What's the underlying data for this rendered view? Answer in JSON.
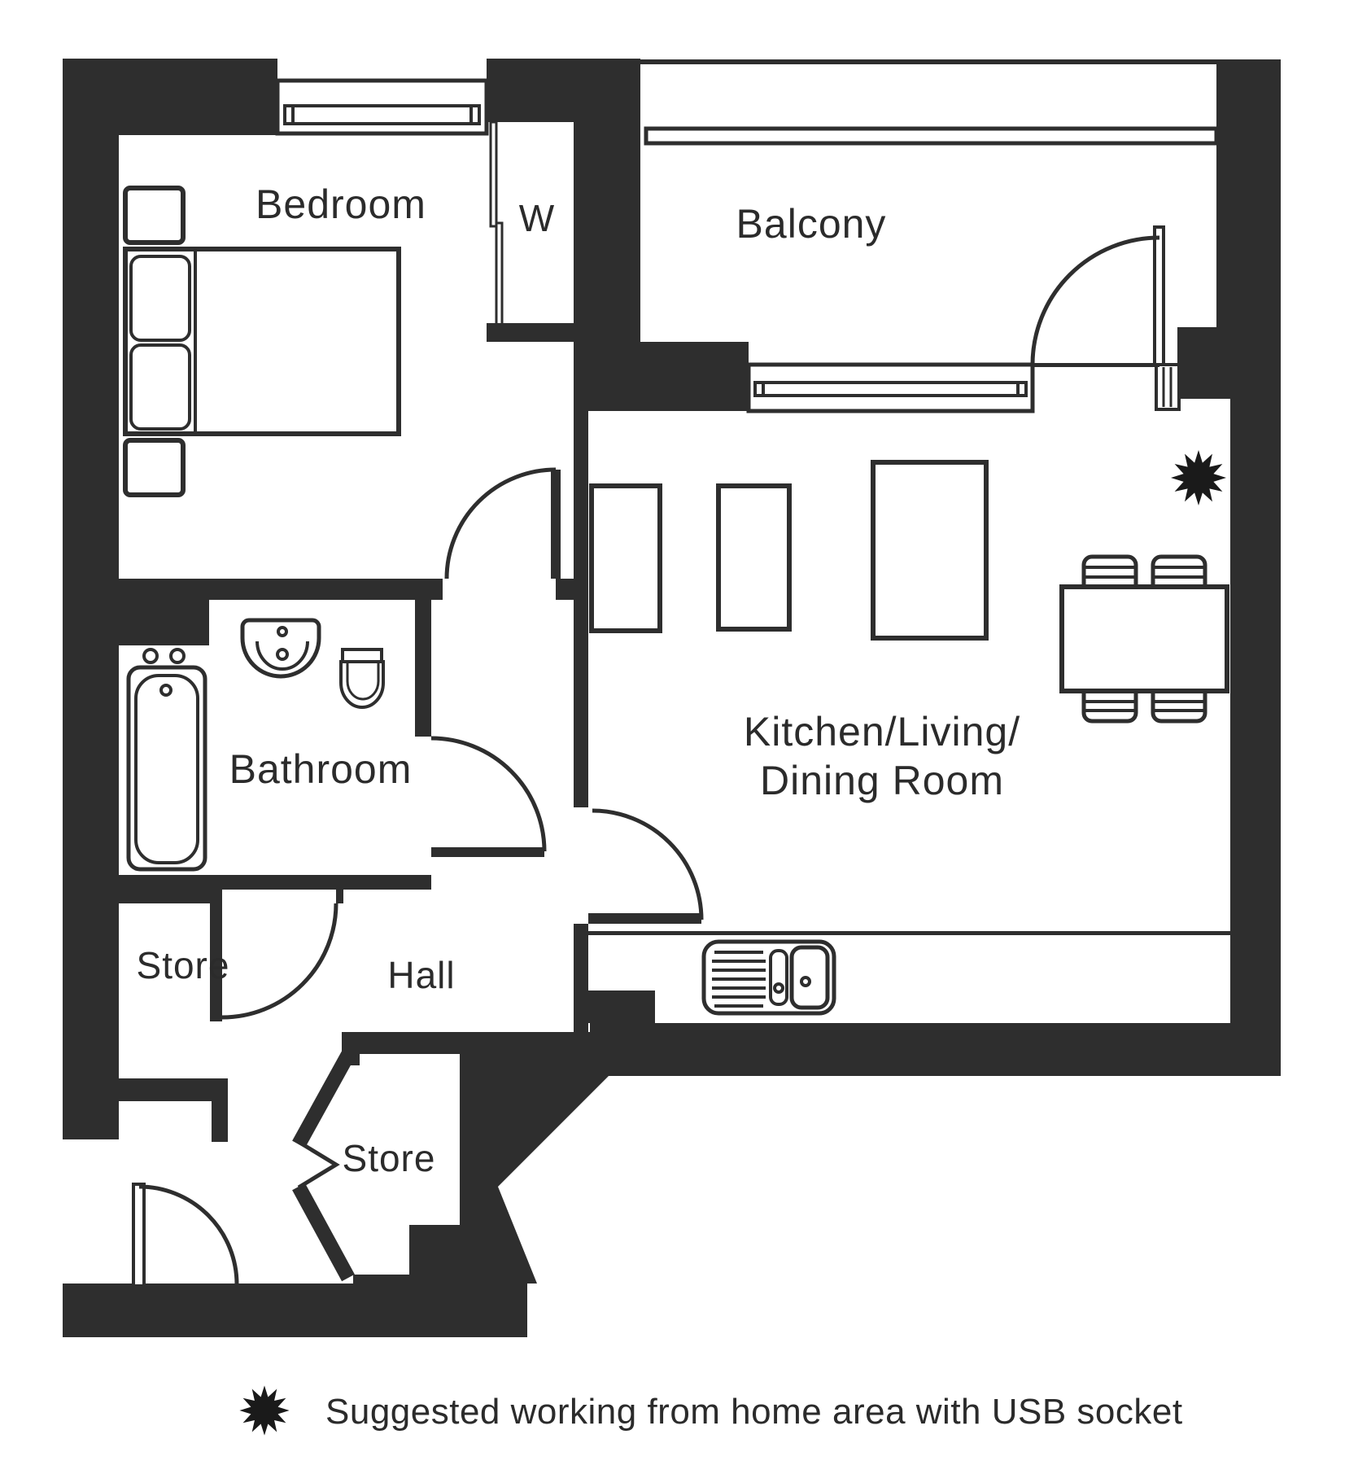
{
  "title": "One-bedroom apartment floor plan",
  "colors": {
    "wall": "#2e2e2e",
    "line": "#2e2e2e",
    "text": "#2b2b2b",
    "background": "#ffffff",
    "star": "#1a1a1a"
  },
  "rooms": {
    "bedroom": {
      "label": "Bedroom"
    },
    "wardrobe": {
      "label": "W"
    },
    "balcony": {
      "label": "Balcony"
    },
    "kitchen_living_dining": {
      "label_line1": "Kitchen/Living/",
      "label_line2": "Dining Room"
    },
    "bathroom": {
      "label": "Bathroom"
    },
    "store_left": {
      "label": "Store"
    },
    "hall": {
      "label": "Hall"
    },
    "store_bottom": {
      "label": "Store"
    }
  },
  "legend": {
    "icon": "starburst-icon",
    "text": "Suggested working from home area with USB socket"
  },
  "fixtures": {
    "bedroom": [
      "double-bed",
      "pillow",
      "pillow",
      "bedside-table",
      "bedside-table",
      "window",
      "sliding-wardrobe-door"
    ],
    "bathroom": [
      "bath",
      "wash-basin",
      "toilet",
      "door-swing"
    ],
    "kitchen_living_dining": [
      "kitchen-sink",
      "kitchen-counter",
      "dining-table",
      "chair",
      "chair",
      "chair",
      "chair",
      "sofa-unit",
      "sofa-unit",
      "sofa-unit",
      "usb-socket-star"
    ],
    "balcony": [
      "balcony-railing",
      "glazed-door",
      "window"
    ],
    "hall": [
      "door-swing",
      "door-swing",
      "door-swing"
    ],
    "store_bottom": [
      "folding-door"
    ],
    "entrance": [
      "entrance-door-swing"
    ]
  }
}
